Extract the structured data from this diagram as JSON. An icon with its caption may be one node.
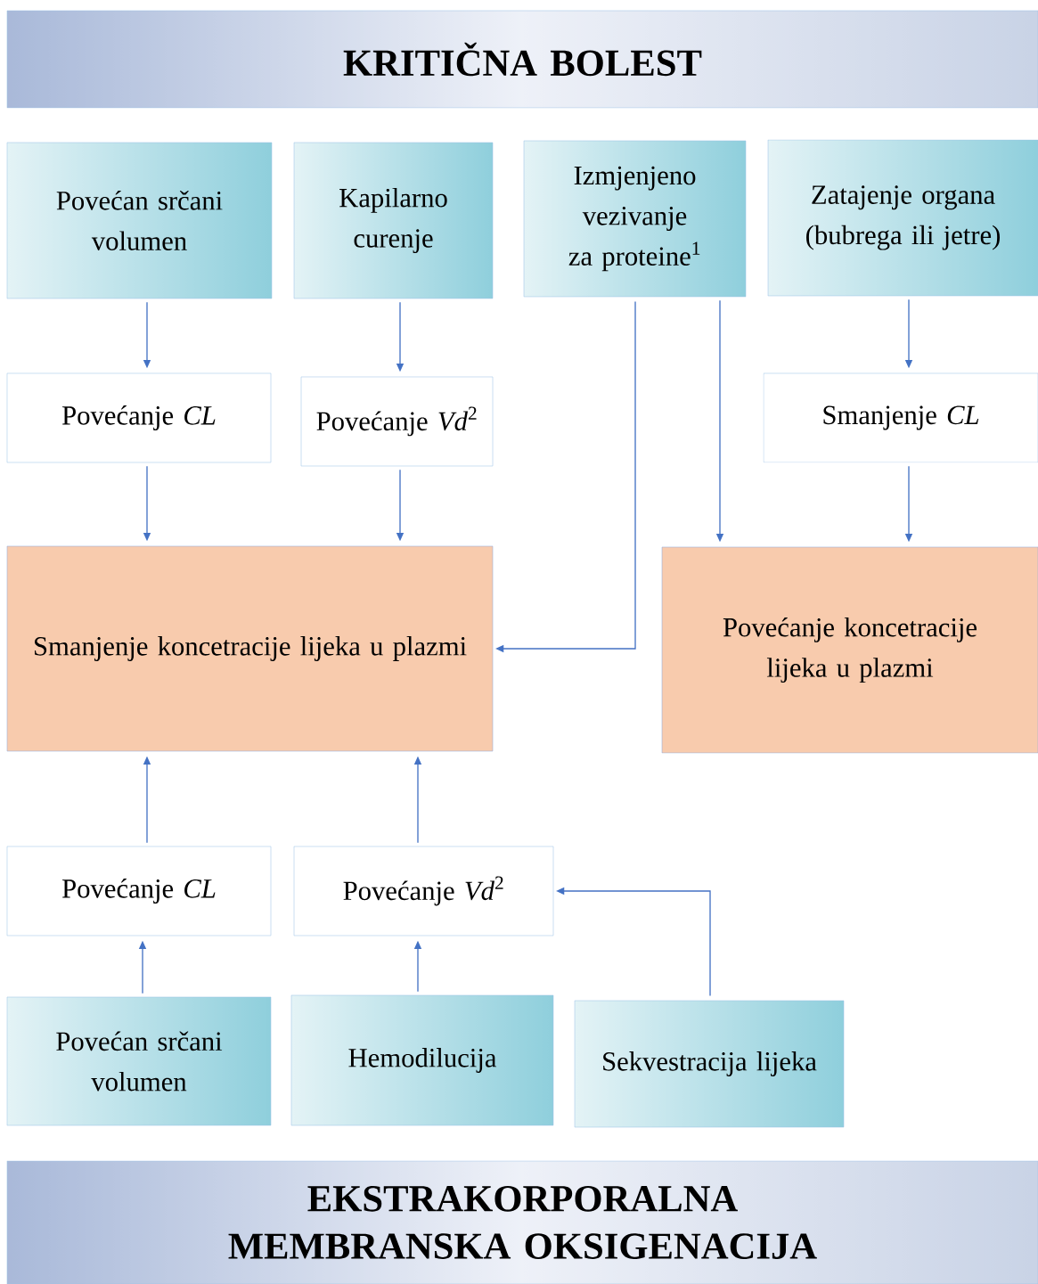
{
  "diagram": {
    "nodes": [
      {
        "text": [
          "KRITIČNA BOLEST"
        ]
      },
      {
        "text": [
          "Povećan srčani volumen"
        ]
      },
      {
        "text": [
          "Kapilarno curenje"
        ]
      },
      {
        "text": [
          "Izmjenjeno vezivanje za proteine$^{1}$"
        ]
      },
      {
        "text": [
          "Zatajenje organa (bubrega ili jetre)"
        ]
      },
      {
        "text": [
          "Povećanje *CL*"
        ]
      },
      {
        "text": [
          "Povećanje *Vd*$^{2}$"
        ]
      },
      {
        "text": [
          "Smanjenje *CL*"
        ]
      },
      {
        "text": [
          "Smanjenje koncetracije lijeka u plazmi"
        ]
      },
      {
        "text": [
          "Povećanje koncetracije lijeka u plazmi"
        ]
      },
      {
        "text": [
          "Povećanje *CL*"
        ]
      },
      {
        "text": [
          "Povećanje *Vd*$^{2}$"
        ]
      },
      {
        "text": [
          "Povećan srčani volumen"
        ]
      },
      {
        "text": [
          "Hemodilucija"
        ]
      },
      {
        "text": [
          "Sekvestracija lijeka"
        ]
      },
      {
        "text": [
          "EKSTRAKORPORALNA MEMBRANSKA OKSIGENACIJA"
        ]
      }
    ],
    "edges": [
      {
        "from": 1,
        "to": 5,
        "arrow": "to"
      },
      {
        "from": 5,
        "to": 8,
        "arrow": "to"
      },
      {
        "from": 2,
        "to": 6,
        "arrow": "to"
      },
      {
        "from": 6,
        "to": 8,
        "arrow": "to"
      },
      {
        "from": 3,
        "to": 8,
        "arrow": "to"
      },
      {
        "from": 3,
        "to": 9,
        "arrow": "to"
      },
      {
        "from": 4,
        "to": 7,
        "arrow": "to"
      },
      {
        "from": 7,
        "to": 9,
        "arrow": "to"
      },
      {
        "from": 10,
        "to": 8,
        "arrow": "to"
      },
      {
        "from": 11,
        "to": 8,
        "arrow": "to"
      },
      {
        "from": 12,
        "to": 10,
        "arrow": "to"
      },
      {
        "from": 13,
        "to": 11,
        "arrow": "to"
      },
      {
        "from": 14,
        "to": 11,
        "arrow": "to"
      }
    ]
  }
}
